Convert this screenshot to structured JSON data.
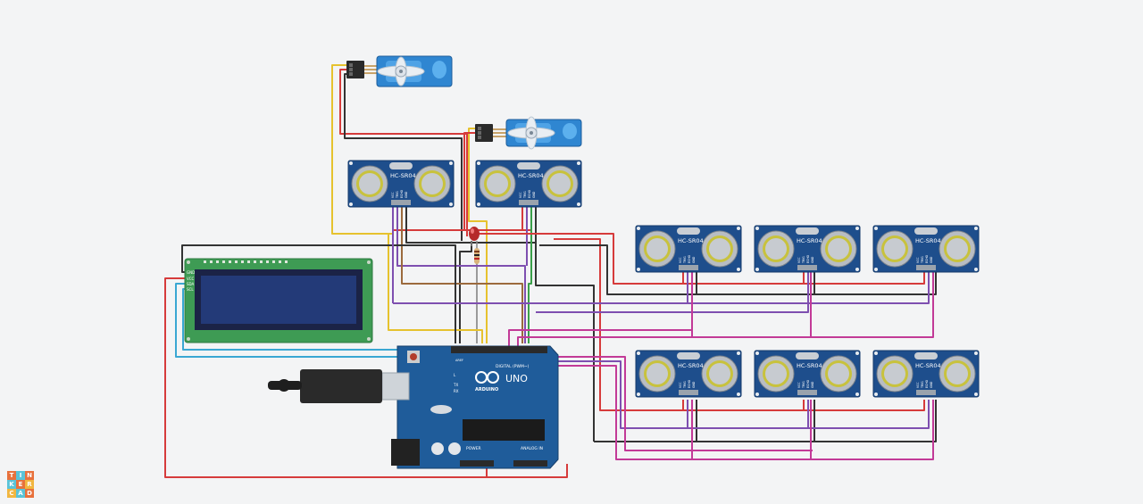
{
  "app": {
    "logo_letters": [
      "T",
      "I",
      "N",
      "K",
      "E",
      "R",
      "C",
      "A",
      "D"
    ],
    "logo_colors": [
      "#e8713c",
      "#5ac3d8",
      "#e8713c",
      "#5ac3d8",
      "#e8713c",
      "#f1b640",
      "#f1b640",
      "#5ac3d8",
      "#e8713c"
    ]
  },
  "sensors": {
    "label": "HC-SR04",
    "pin_labels": [
      "VCC",
      "TRIG",
      "ECHO",
      "GND"
    ],
    "count": 8
  },
  "arduino": {
    "model": "UNO",
    "brand": "ARDUINO",
    "digital_label": "DIGITAL (PWM~)",
    "power_label": "POWER",
    "analog_label": "ANALOG IN",
    "tx": "TX",
    "rx": "RX",
    "l": "L",
    "aref": "AREF",
    "gnd": "GND"
  },
  "lcd": {
    "pins": [
      "GND",
      "VCC",
      "SDA",
      "SCL"
    ]
  },
  "colors": {
    "wire_red": "#d63b3b",
    "wire_black": "#333333",
    "wire_purple": "#7e4fb0",
    "wire_magenta": "#c23a97",
    "wire_yellow": "#e6c22e",
    "wire_brown": "#9b6a3d",
    "wire_green": "#3aa04a",
    "wire_cyan": "#3aa7d3",
    "wire_gray": "#9a9a9a",
    "board_blue": "#1f5c9a",
    "sensor_blue": "#1e4e8c",
    "servo_blue": "#2f86d1",
    "lcd_green": "#3e9b54",
    "lcd_screen": "#233a78"
  }
}
